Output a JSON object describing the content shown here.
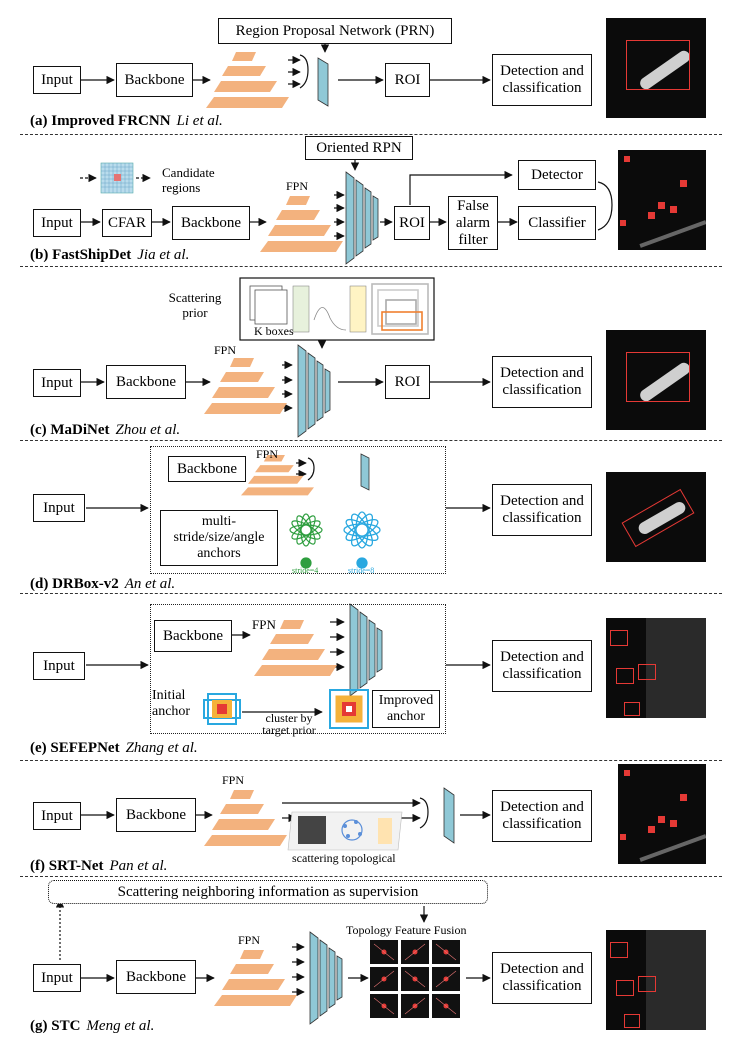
{
  "colors": {
    "fpn": "#F3B27E",
    "rpn": "#8FC8D6",
    "detect_box": "#E53935",
    "dark": "#0b0b0b"
  },
  "a": {
    "caption_bold": "(a) Improved FRCNN",
    "caption_ital": "Li et al.",
    "rpn": "Region Proposal Network (PRN)",
    "input": "Input",
    "backbone": "Backbone",
    "roi": "ROI",
    "det": "Detection and classification"
  },
  "b": {
    "caption_bold": "(b) FastShipDet",
    "caption_ital": "Jia et al.",
    "rpn": "Oriented RPN",
    "candidate": "Candidate regions",
    "fpn": "FPN",
    "input": "Input",
    "cfar": "CFAR",
    "backbone": "Backbone",
    "roi": "ROI",
    "false_alarm": "False alarm filter",
    "detector": "Detector",
    "classifier": "Classifier"
  },
  "c": {
    "caption_bold": "(c) MaDiNet",
    "caption_ital": "Zhou et al.",
    "prior": "Scattering prior",
    "kboxes": "K boxes",
    "fpn": "FPN",
    "input": "Input",
    "backbone": "Backbone",
    "roi": "ROI",
    "det": "Detection and classification"
  },
  "d": {
    "caption_bold": "(d) DRBox-v2",
    "caption_ital": "An et al.",
    "backbone": "Backbone",
    "fpn": "FPN",
    "anchors": "multi-stride/size/angle anchors",
    "input": "Input",
    "det": "Detection and classification",
    "stride4": "stride=4",
    "stride8": "stride=8"
  },
  "e": {
    "caption_bold": "(e) SEFEPNet",
    "caption_ital": "Zhang et al.",
    "backbone": "Backbone",
    "fpn": "FPN",
    "initial": "Initial anchor",
    "cluster": "cluster by target prior",
    "improved": "Improved anchor",
    "input": "Input",
    "det": "Detection and classification"
  },
  "f": {
    "caption_bold": "(f) SRT-Net",
    "caption_ital": "Pan et al.",
    "fpn": "FPN",
    "input": "Input",
    "backbone": "Backbone",
    "topo": "scattering topological",
    "det": "Detection and classification"
  },
  "g": {
    "caption_bold": "(g) STC",
    "caption_ital": "Meng et al.",
    "supervision": "Scattering neighboring information as supervision",
    "fusion": "Topology Feature Fusion",
    "fpn": "FPN",
    "input": "Input",
    "backbone": "Backbone",
    "det": "Detection and classification"
  }
}
